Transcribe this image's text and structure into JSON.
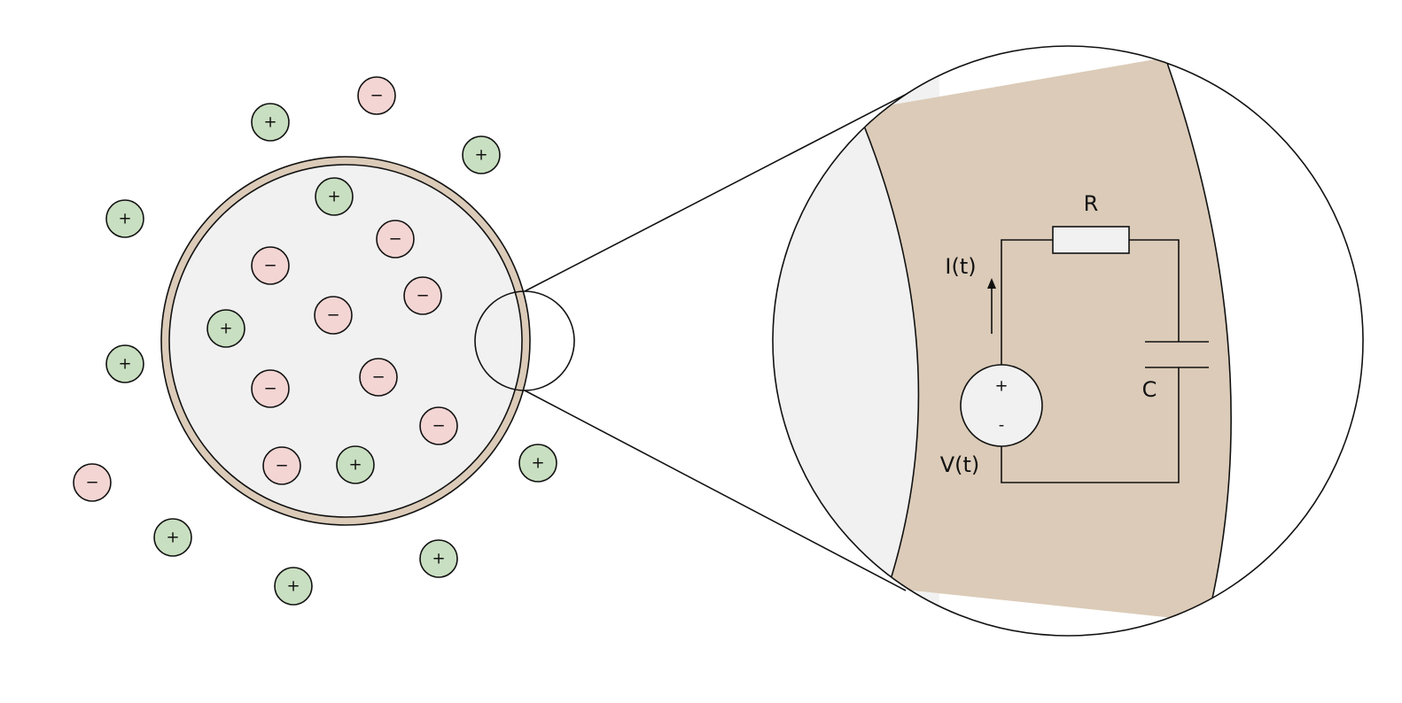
{
  "colors": {
    "background": "#ffffff",
    "cell_interior": "#f1f1f1",
    "membrane": "#dbcbb8",
    "positive_ion": "#c9dfc1",
    "negative_ion": "#f3d5d3",
    "stroke": "#111111"
  },
  "ion_symbols": {
    "positive": "+",
    "negative": "−"
  },
  "ions": {
    "outside": [
      {
        "sign": "negative"
      },
      {
        "sign": "positive"
      },
      {
        "sign": "positive"
      },
      {
        "sign": "positive"
      },
      {
        "sign": "positive"
      },
      {
        "sign": "negative"
      },
      {
        "sign": "positive"
      },
      {
        "sign": "positive"
      },
      {
        "sign": "positive"
      },
      {
        "sign": "positive"
      }
    ],
    "inside": [
      {
        "sign": "positive"
      },
      {
        "sign": "negative"
      },
      {
        "sign": "negative"
      },
      {
        "sign": "negative"
      },
      {
        "sign": "positive"
      },
      {
        "sign": "negative"
      },
      {
        "sign": "negative"
      },
      {
        "sign": "negative"
      },
      {
        "sign": "negative"
      },
      {
        "sign": "negative"
      },
      {
        "sign": "positive"
      }
    ]
  },
  "circuit": {
    "resistor_label": "R",
    "capacitor_label": "C",
    "current_label": "I(t)",
    "voltage_label": "V(t)",
    "source_plus": "+",
    "source_minus": "-"
  }
}
